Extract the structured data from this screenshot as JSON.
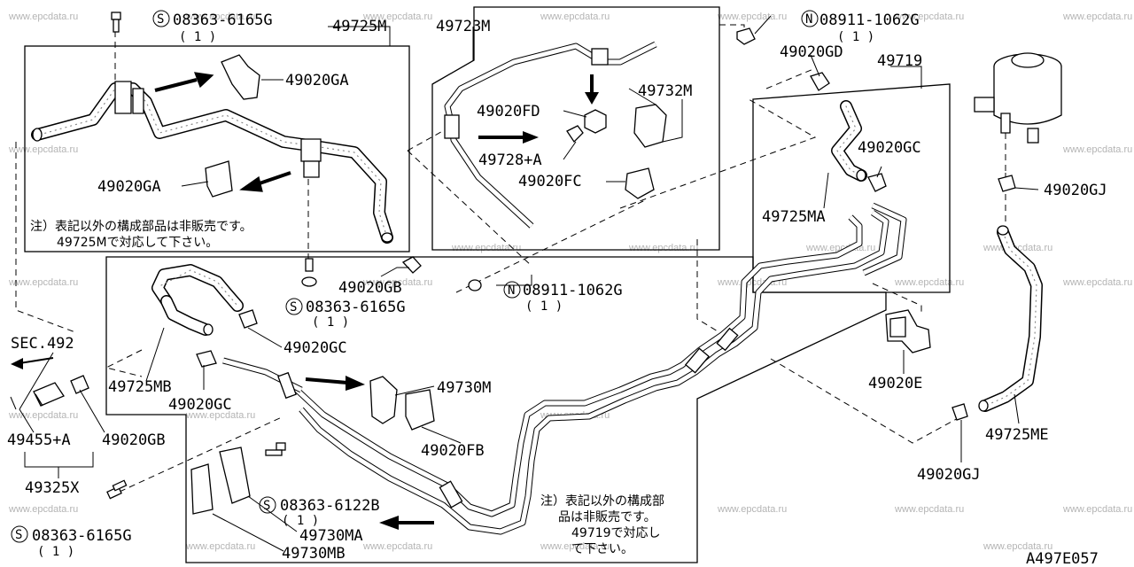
{
  "diagram": {
    "watermark_text": "www.epcdata.ru",
    "ref_code": "A497E057",
    "labels": {
      "p49725M": "49725M",
      "p49723M": "49723M",
      "p49719": "49719",
      "p49020GA_top": "49020GA",
      "p49020GA_left": "49020GA",
      "p49732M": "49732M",
      "p49020FD": "49020FD",
      "p49728A": "49728+A",
      "p49020FC": "49020FC",
      "p49020GD": "49020GD",
      "p49020GC_right": "49020GC",
      "p49725MA": "49725MA",
      "p49020GJ_top": "49020GJ",
      "p49020GB_mid": "49020GB",
      "p49020GC_mid": "49020GC",
      "p49725MB": "49725MB",
      "p49020GC_low": "49020GC",
      "p49730M": "49730M",
      "p49020FB": "49020FB",
      "p49020E": "49020E",
      "p49725ME": "49725ME",
      "p49020GJ_low": "49020GJ",
      "p49455A": "49455+A",
      "p49020GB_left": "49020GB",
      "p49325X": "49325X",
      "p49730MA": "49730MA",
      "p49730MB": "49730MB",
      "sec492": "SEC.492"
    },
    "fasteners": {
      "top_left_bolt": "08363-6165G",
      "top_left_bolt_qty": "( 1 )",
      "mid_bolt": "08363-6165G",
      "mid_bolt_qty": "( 1 )",
      "low_left_bolt": "08363-6165G",
      "low_left_bolt_qty": "( 1 )",
      "bracket_bolt": "08363-6122B",
      "bracket_bolt_qty": "( 1 )",
      "nut_top": "08911-1062G",
      "nut_top_qty": "( 1 )",
      "nut_mid": "08911-1062G",
      "nut_mid_qty": "( 1 )",
      "s_mark": "S",
      "n_mark": "N"
    },
    "notes": {
      "note1_line1": "注）表記以外の構成部品は非販売です。",
      "note1_line2": "49725Mで対応して下さい。",
      "note2_line1": "注）表記以外の構成部",
      "note2_line2": "品は非販売です。",
      "note2_line3": "49719で対応し",
      "note2_line4": "て下さい。"
    }
  }
}
